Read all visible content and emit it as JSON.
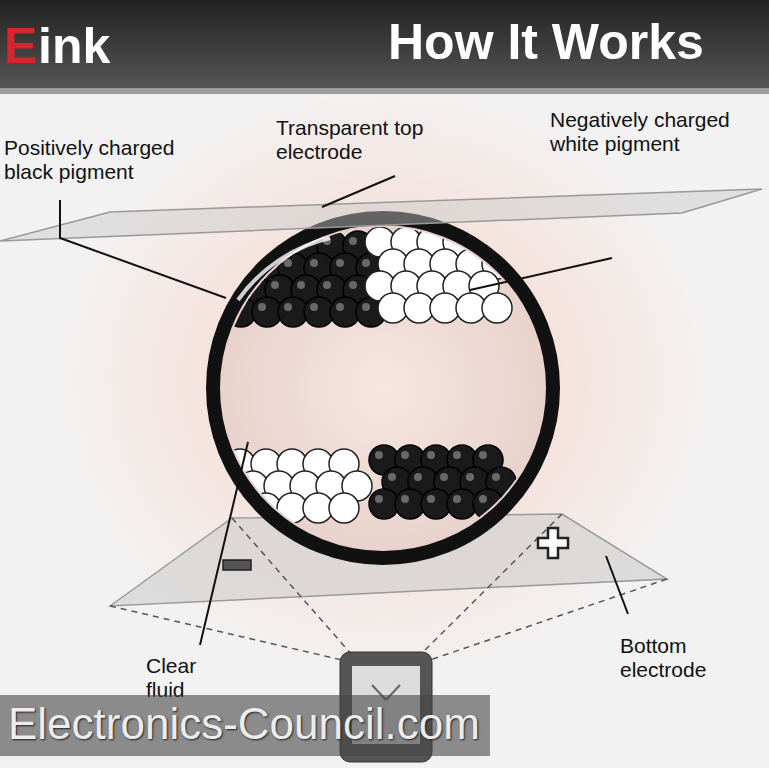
{
  "diagram": {
    "title": "How It Works",
    "labels": [
      "E",
      "ink",
      "Positively charged black pigment",
      "Transparent top electrode",
      "Negatively charged white pigment",
      "Clear fluid",
      "Bottom electrode",
      "Electronics-Council.com"
    ]
  }
}
